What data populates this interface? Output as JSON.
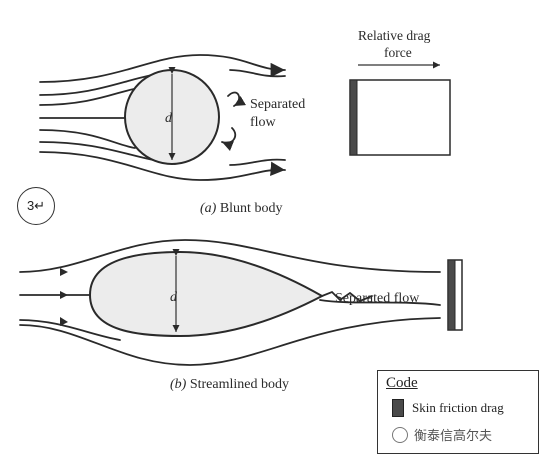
{
  "top": {
    "drag_title_line1": "Relative drag",
    "drag_title_line2": "force",
    "separated_line1": "Separated",
    "separated_line2": "flow",
    "d_label": "d",
    "caption_prefix": "(a)",
    "caption_text": " Blunt body"
  },
  "marker": {
    "label": "3↵"
  },
  "bottom": {
    "d_label": "d",
    "separated_label": "Separated flow",
    "caption_prefix": "(b)",
    "caption_text": " Streamlined body"
  },
  "code": {
    "title": "Code",
    "skin_label": "Skin friction drag",
    "watermark": "衡泰信高尔夫"
  },
  "colors": {
    "skin_friction": "#4a4a4a",
    "pressure": "#ffffff",
    "outline": "#2a2a2a"
  },
  "icons": {
    "watermark": "wechat-icon"
  }
}
